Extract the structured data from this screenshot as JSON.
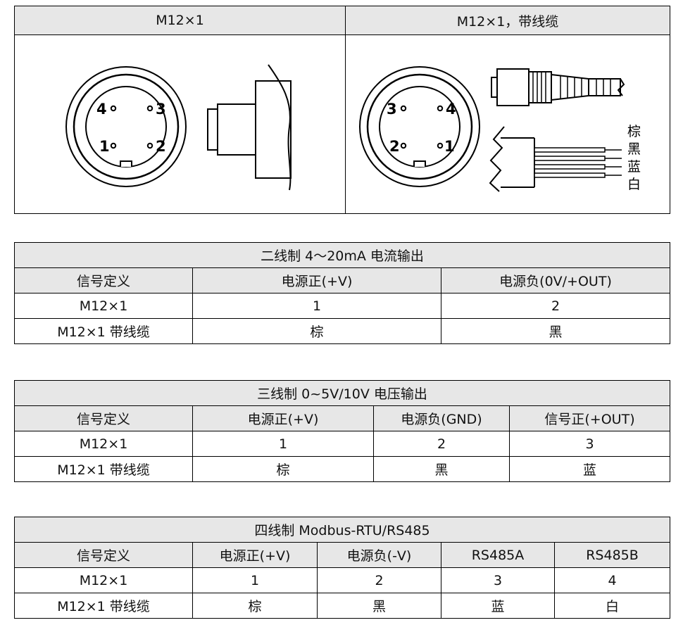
{
  "connectors": {
    "left_title": "M12×1",
    "right_title": "M12×1，带线缆",
    "left_pins": [
      "4",
      "3",
      "1",
      "2"
    ],
    "right_pins": [
      "3",
      "4",
      "2",
      "1"
    ],
    "wire_colors": [
      "棕",
      "黑",
      "蓝",
      "白"
    ]
  },
  "tables": [
    {
      "title": "二线制 4～20mA 电流输出",
      "headers": [
        "信号定义",
        "电源正(+V)",
        "电源负(0V/+OUT)"
      ],
      "rows": [
        [
          "M12×1",
          "1",
          "2"
        ],
        [
          "M12×1 带线缆",
          "棕",
          "黑"
        ]
      ]
    },
    {
      "title": "三线制 0~5V/10V 电压输出",
      "headers": [
        "信号定义",
        "电源正(+V)",
        "电源负(GND)",
        "信号正(+OUT)"
      ],
      "rows": [
        [
          "M12×1",
          "1",
          "2",
          "3"
        ],
        [
          "M12×1 带线缆",
          "棕",
          "黑",
          "蓝"
        ]
      ]
    },
    {
      "title": "四线制 Modbus-RTU/RS485",
      "headers": [
        "信号定义",
        "电源正(+V)",
        "电源负(-V)",
        "RS485A",
        "RS485B"
      ],
      "rows": [
        [
          "M12×1",
          "1",
          "2",
          "3",
          "4"
        ],
        [
          "M12×1 带线缆",
          "棕",
          "黑",
          "蓝",
          "白"
        ]
      ]
    }
  ]
}
